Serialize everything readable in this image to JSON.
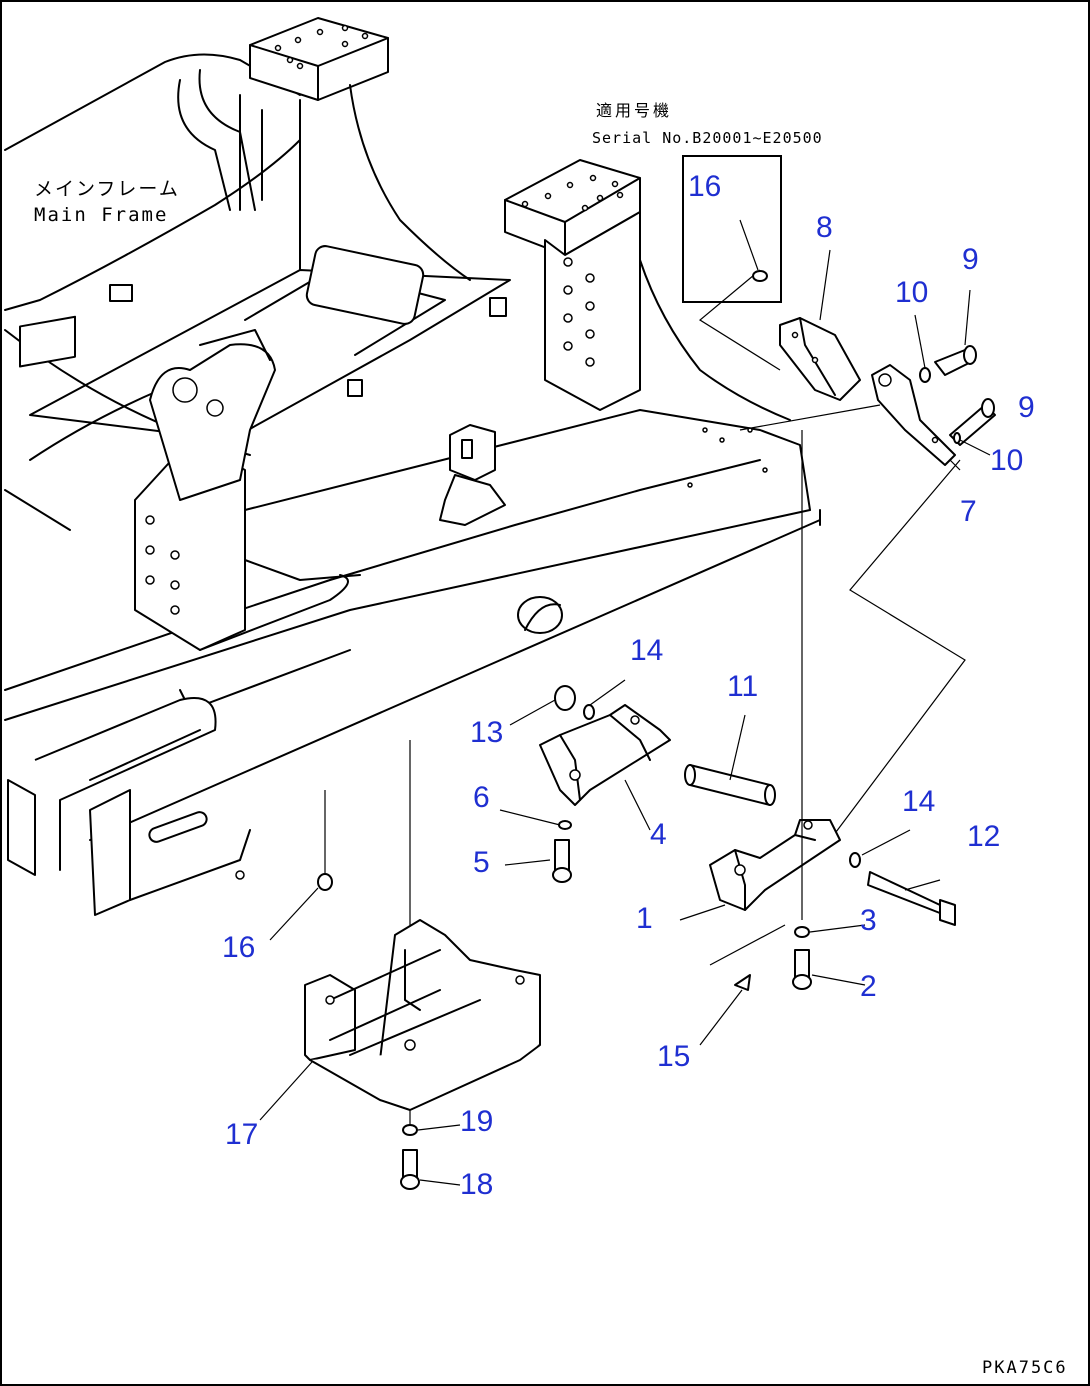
{
  "labels": {
    "main_frame_jp": "メインフレーム",
    "main_frame_en": "Main Frame",
    "serial_jp": "適用号機",
    "serial_en": "Serial No.B20001~E20500",
    "drawing_code": "PKA75C6"
  },
  "callouts": [
    {
      "id": "c16a",
      "text": "16"
    },
    {
      "id": "c8",
      "text": "8"
    },
    {
      "id": "c9a",
      "text": "9"
    },
    {
      "id": "c10a",
      "text": "10"
    },
    {
      "id": "c9b",
      "text": "9"
    },
    {
      "id": "c10b",
      "text": "10"
    },
    {
      "id": "c7",
      "text": "7"
    },
    {
      "id": "c14a",
      "text": "14"
    },
    {
      "id": "c11",
      "text": "11"
    },
    {
      "id": "c13",
      "text": "13"
    },
    {
      "id": "c6",
      "text": "6"
    },
    {
      "id": "c4",
      "text": "4"
    },
    {
      "id": "c5",
      "text": "5"
    },
    {
      "id": "c14b",
      "text": "14"
    },
    {
      "id": "c12",
      "text": "12"
    },
    {
      "id": "c1",
      "text": "1"
    },
    {
      "id": "c3",
      "text": "3"
    },
    {
      "id": "c2",
      "text": "2"
    },
    {
      "id": "c16b",
      "text": "16"
    },
    {
      "id": "c15",
      "text": "15"
    },
    {
      "id": "c17",
      "text": "17"
    },
    {
      "id": "c19",
      "text": "19"
    },
    {
      "id": "c18",
      "text": "18"
    }
  ],
  "colors": {
    "callout": "#1f2fd1",
    "linework": "#000000",
    "background": "#ffffff"
  }
}
